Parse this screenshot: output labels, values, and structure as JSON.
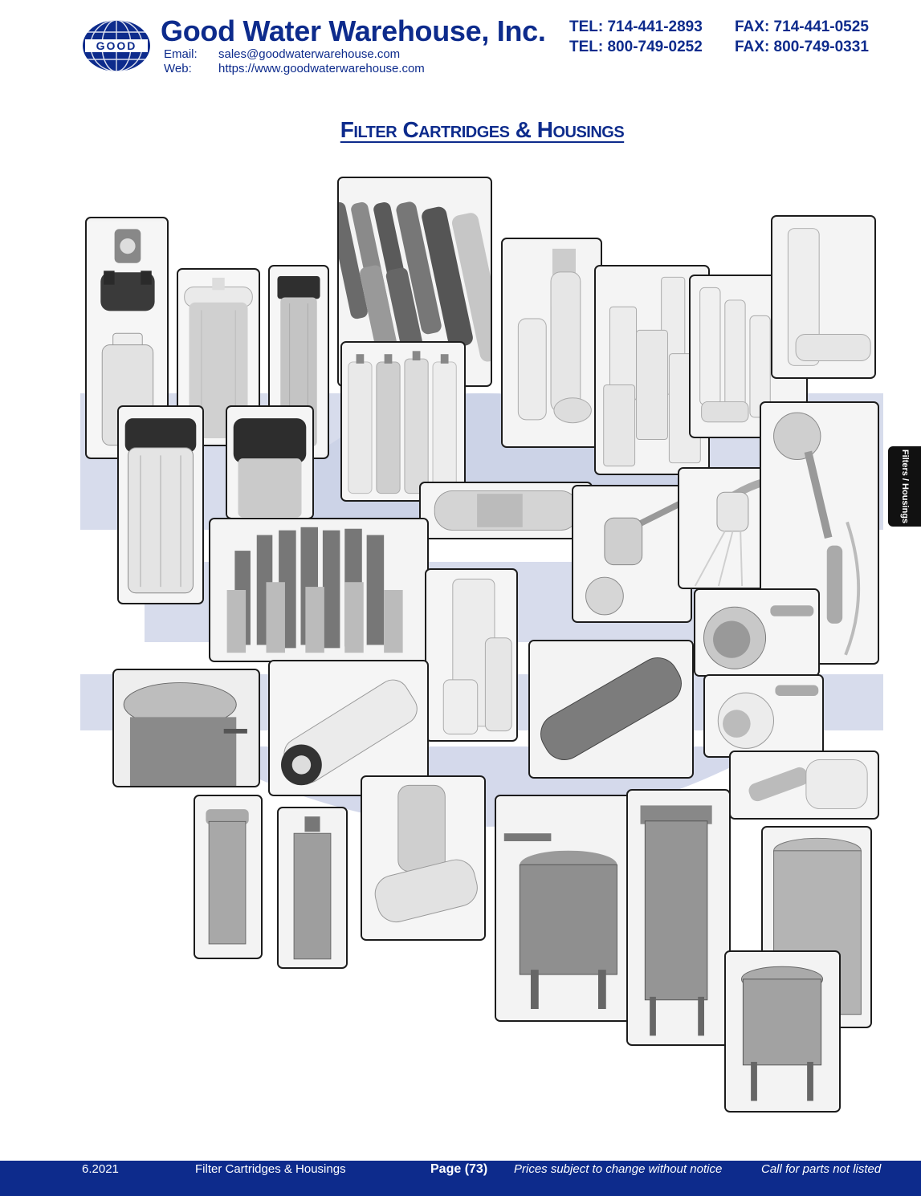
{
  "header": {
    "logo_text": "GOOD",
    "company": "Good Water Warehouse, Inc.",
    "email_label": "Email:",
    "email": "sales@goodwaterwarehouse.com",
    "web_label": "Web:",
    "web": "https://www.goodwaterwarehouse.com",
    "tel1": "TEL: 714-441-2893",
    "tel2": "TEL: 800-749-0252",
    "fax1": "FAX: 714-441-0525",
    "fax2": "FAX: 800-749-0331"
  },
  "page_title": "Filter Cartridges & Housings",
  "side_tab": "Filters / Housings",
  "colors": {
    "brand": "#0d2b8c",
    "tab": "#111111",
    "watermark": "#c9d0e6"
  },
  "photos": [
    {
      "name": "housing-parts-photo",
      "kind": "housing"
    },
    {
      "name": "white-housing-photo",
      "kind": "housing"
    },
    {
      "name": "slim-housing-photo",
      "kind": "housing"
    },
    {
      "name": "carbon-cartridges-photo",
      "kind": "cartridges"
    },
    {
      "name": "ro-cartridges-photo",
      "kind": "cartridges"
    },
    {
      "name": "undersink-system-photo",
      "kind": "inline"
    },
    {
      "name": "replacement-filters-photo",
      "kind": "inline"
    },
    {
      "name": "inline-filters-photo",
      "kind": "inline"
    },
    {
      "name": "inline-usa-filter-photo",
      "kind": "inline"
    },
    {
      "name": "clear-housing-photo",
      "kind": "housing"
    },
    {
      "name": "black-cap-housing-photo",
      "kind": "housing"
    },
    {
      "name": "usa-carbon-block-photo",
      "kind": "cartridge"
    },
    {
      "name": "shower-filter-chrome-photo",
      "kind": "shower"
    },
    {
      "name": "shower-head-spray-photo",
      "kind": "shower"
    },
    {
      "name": "handheld-shower-photo",
      "kind": "shower"
    },
    {
      "name": "assorted-cartridges-photo",
      "kind": "cartridges"
    },
    {
      "name": "pleated-cartridges-photo",
      "kind": "cartridges"
    },
    {
      "name": "shower-head-chrome-photo",
      "kind": "shower"
    },
    {
      "name": "shower-head-white-photo",
      "kind": "shower"
    },
    {
      "name": "faucet-filter-photo",
      "kind": "shower"
    },
    {
      "name": "steel-housing-lid-photo",
      "kind": "steel"
    },
    {
      "name": "pleated-cartridge-photo",
      "kind": "cartridge"
    },
    {
      "name": "mesh-cartridge-photo",
      "kind": "cartridge"
    },
    {
      "name": "steel-multi-housing-photo",
      "kind": "steel"
    },
    {
      "name": "steel-bag-housing-photo",
      "kind": "steel"
    },
    {
      "name": "wound-cartridges-photo",
      "kind": "cartridges"
    },
    {
      "name": "bag-filter-vessel-photo",
      "kind": "steel"
    },
    {
      "name": "tall-filter-vessel-photo",
      "kind": "steel"
    },
    {
      "name": "large-steel-housing-photo",
      "kind": "steel"
    },
    {
      "name": "duplex-bag-vessel-photo",
      "kind": "steel"
    }
  ],
  "footer": {
    "date": "6.2021",
    "section": "Filter Cartridges & Housings",
    "page": "Page (73)",
    "note1": "Prices subject to change without notice",
    "note2": "Call for parts not listed"
  }
}
